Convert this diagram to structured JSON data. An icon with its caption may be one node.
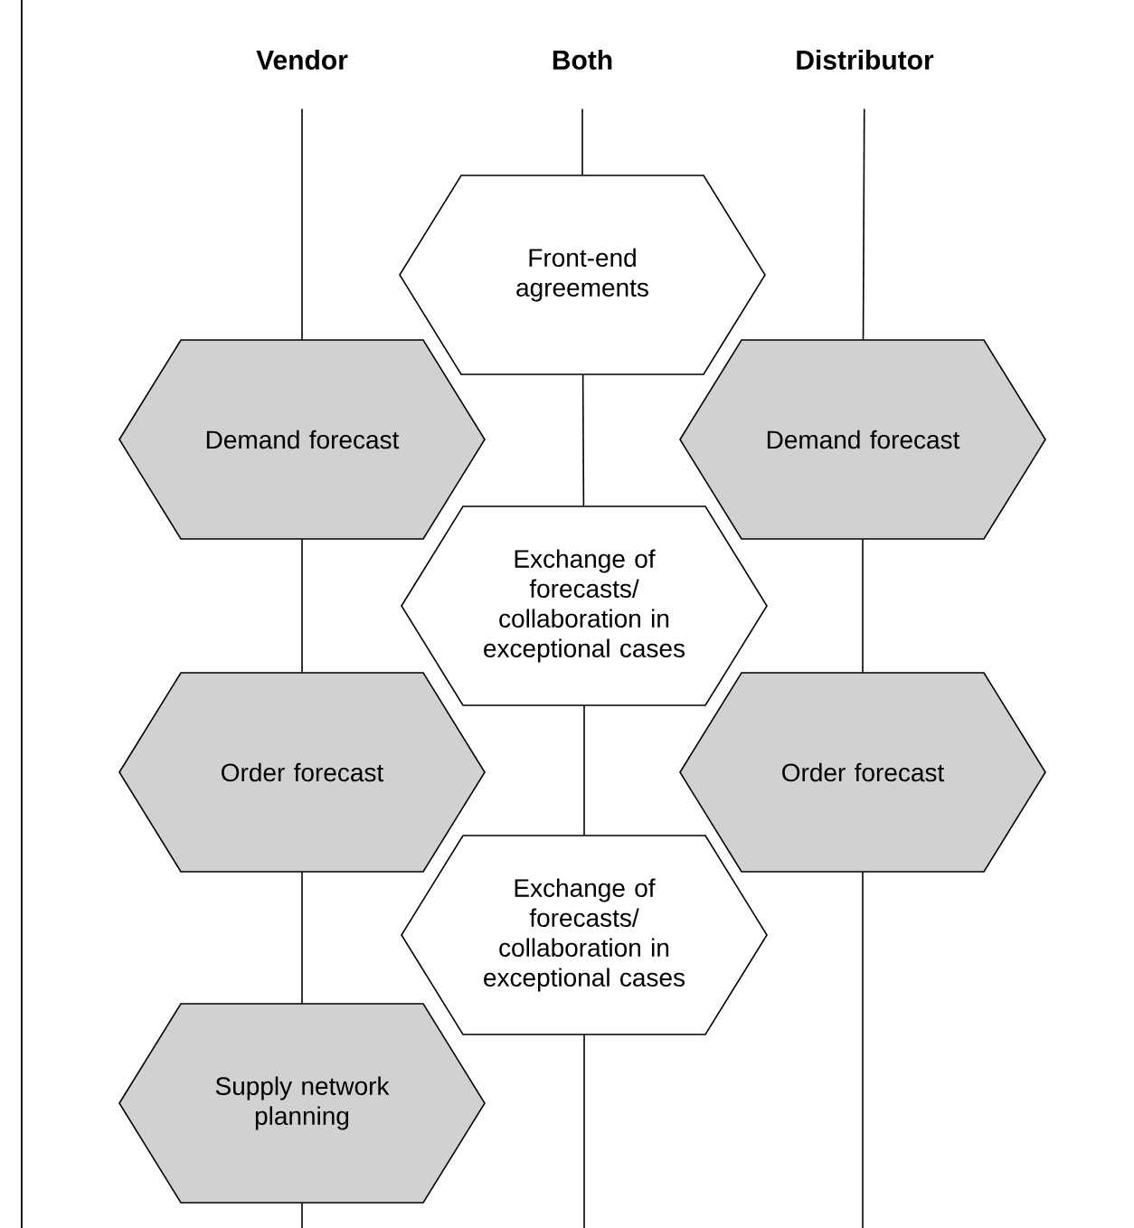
{
  "diagram": {
    "nodes": [
      {
        "text": [
          "Vendor"
        ]
      },
      {
        "text": [
          "Both"
        ]
      },
      {
        "text": [
          "Distributor"
        ]
      },
      {
        "text": [
          "Front-end agreements"
        ]
      },
      {
        "text": [
          "Demand forecast"
        ]
      },
      {
        "text": [
          "Demand forecast"
        ]
      },
      {
        "text": [
          "Exchange of forecasts/ collaboration in exceptional cases"
        ]
      },
      {
        "text": [
          "Order forecast"
        ]
      },
      {
        "text": [
          "Order forecast"
        ]
      },
      {
        "text": [
          "Exchange of forecasts/ collaboration in exceptional cases"
        ]
      },
      {
        "text": [
          "Supply network planning"
        ]
      }
    ],
    "edges": [
      {
        "from": 0,
        "to": 4,
        "arrow": "none"
      },
      {
        "from": 4,
        "to": 7,
        "arrow": "none"
      },
      {
        "from": 7,
        "to": 10,
        "arrow": "none"
      },
      {
        "from": 10,
        "to": null,
        "arrow": "none"
      },
      {
        "from": 1,
        "to": 3,
        "arrow": "none"
      },
      {
        "from": 3,
        "to": 6,
        "arrow": "none"
      },
      {
        "from": 6,
        "to": 9,
        "arrow": "none"
      },
      {
        "from": 9,
        "to": null,
        "arrow": "none"
      },
      {
        "from": 2,
        "to": 5,
        "arrow": "none"
      },
      {
        "from": 5,
        "to": 8,
        "arrow": "none"
      },
      {
        "from": 8,
        "to": null,
        "arrow": "none"
      }
    ]
  }
}
